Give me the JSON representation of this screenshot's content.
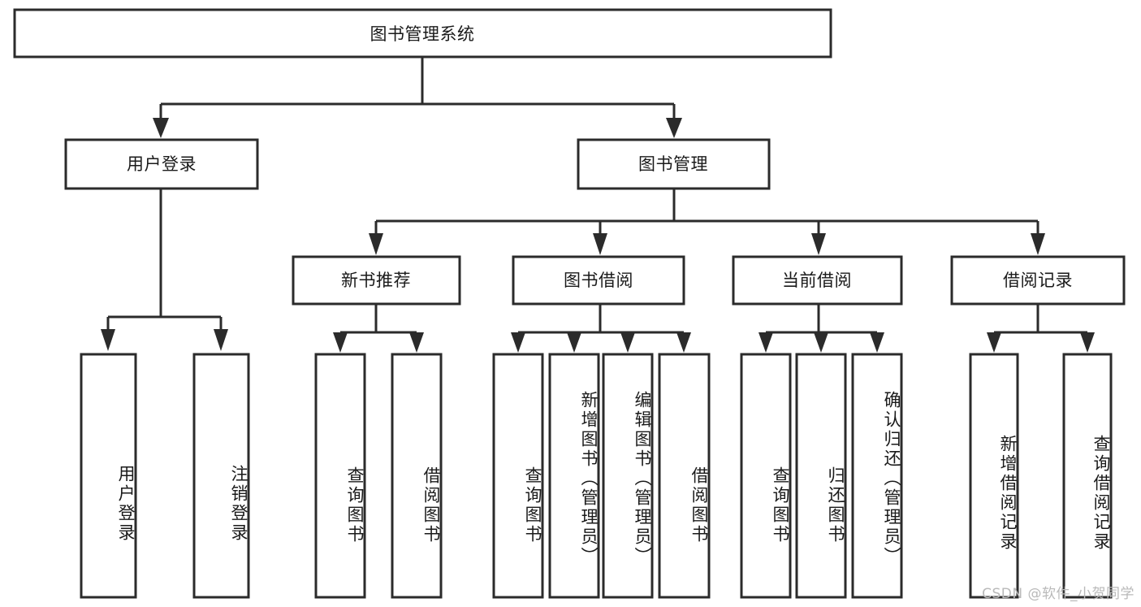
{
  "diagram": {
    "type": "tree",
    "title": "图书管理系统",
    "orientation": "top-down",
    "background_color": "#ffffff",
    "box_border_color": "#2b2b2b",
    "box_fill_color": "#ffffff",
    "text_color": "#1a1a1a",
    "connector_color": "#2b2b2b"
  },
  "nodes": {
    "root": {
      "label": "图书管理系统",
      "level": 1,
      "orientation": "horizontal"
    },
    "l2": [
      {
        "id": "user-login",
        "label": "用户登录",
        "level": 2,
        "orientation": "horizontal"
      },
      {
        "id": "book-manage",
        "label": "图书管理",
        "level": 2,
        "orientation": "horizontal"
      }
    ],
    "l3": [
      {
        "id": "new-book-recommend",
        "label": "新书推荐",
        "level": 3,
        "orientation": "horizontal"
      },
      {
        "id": "book-borrow",
        "label": "图书借阅",
        "level": 3,
        "orientation": "horizontal"
      },
      {
        "id": "current-borrow",
        "label": "当前借阅",
        "level": 3,
        "orientation": "horizontal"
      },
      {
        "id": "borrow-record",
        "label": "借阅记录",
        "level": 3,
        "orientation": "horizontal"
      }
    ],
    "leaves": {
      "user_login": [
        {
          "id": "leaf-user-login",
          "label": "用户登录",
          "orientation": "vertical"
        },
        {
          "id": "leaf-user-logout",
          "label": "注销登录",
          "orientation": "vertical"
        }
      ],
      "new_book_recommend": [
        {
          "id": "leaf-query-book-1",
          "label": "查询图书",
          "orientation": "vertical"
        },
        {
          "id": "leaf-borrow-book-1",
          "label": "借阅图书",
          "orientation": "vertical"
        }
      ],
      "book_borrow": [
        {
          "id": "leaf-query-book-2",
          "label": "查询图书",
          "orientation": "vertical"
        },
        {
          "id": "leaf-add-book",
          "label": "新增图书（管理员）",
          "orientation": "vertical"
        },
        {
          "id": "leaf-edit-book",
          "label": "编辑图书（管理员）",
          "orientation": "vertical"
        },
        {
          "id": "leaf-borrow-book-2",
          "label": "借阅图书",
          "orientation": "vertical"
        }
      ],
      "current_borrow": [
        {
          "id": "leaf-query-book-3",
          "label": "查询图书",
          "orientation": "vertical"
        },
        {
          "id": "leaf-return-book",
          "label": "归还图书",
          "orientation": "vertical"
        },
        {
          "id": "leaf-confirm-return",
          "label": "确认归还（管理员）",
          "orientation": "vertical"
        }
      ],
      "borrow_record": [
        {
          "id": "leaf-add-record",
          "label": "新增借阅记录",
          "orientation": "vertical"
        },
        {
          "id": "leaf-query-record",
          "label": "查询借阅记录",
          "orientation": "vertical"
        }
      ]
    }
  },
  "watermark": {
    "text": "CSDN @软件_小贺同学",
    "color": "#b9b9b9"
  }
}
